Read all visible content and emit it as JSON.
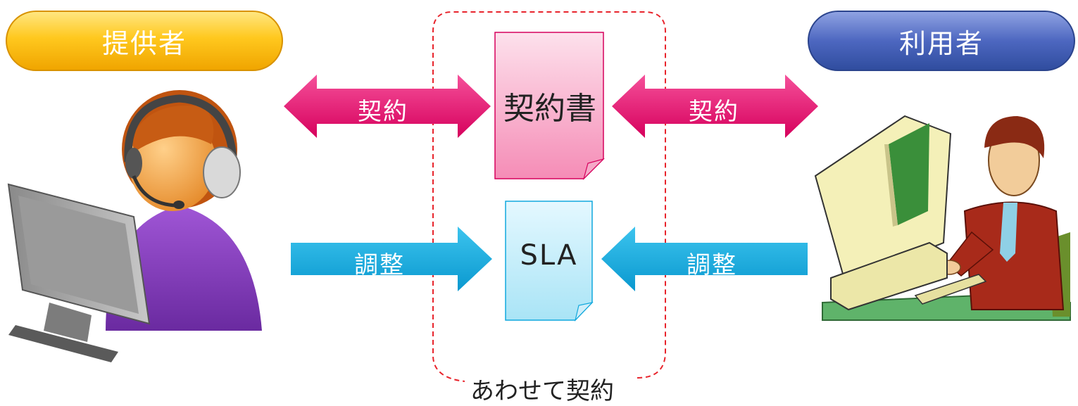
{
  "provider": {
    "label": "提供者"
  },
  "user": {
    "label": "利用者"
  },
  "contract_document": {
    "label": "契約書"
  },
  "sla_document": {
    "label": "SLA"
  },
  "arrows": {
    "contract_left": "契約",
    "contract_right": "契約",
    "adjust_left": "調整",
    "adjust_right": "調整"
  },
  "combined_box": {
    "caption": "あわせて契約"
  },
  "colors": {
    "contract_arrow": "#e6196f",
    "adjust_arrow": "#10a8dd",
    "provider_pill": "#ffc81e",
    "user_pill": "#4d67c0",
    "dashed_border": "#e8242c"
  }
}
